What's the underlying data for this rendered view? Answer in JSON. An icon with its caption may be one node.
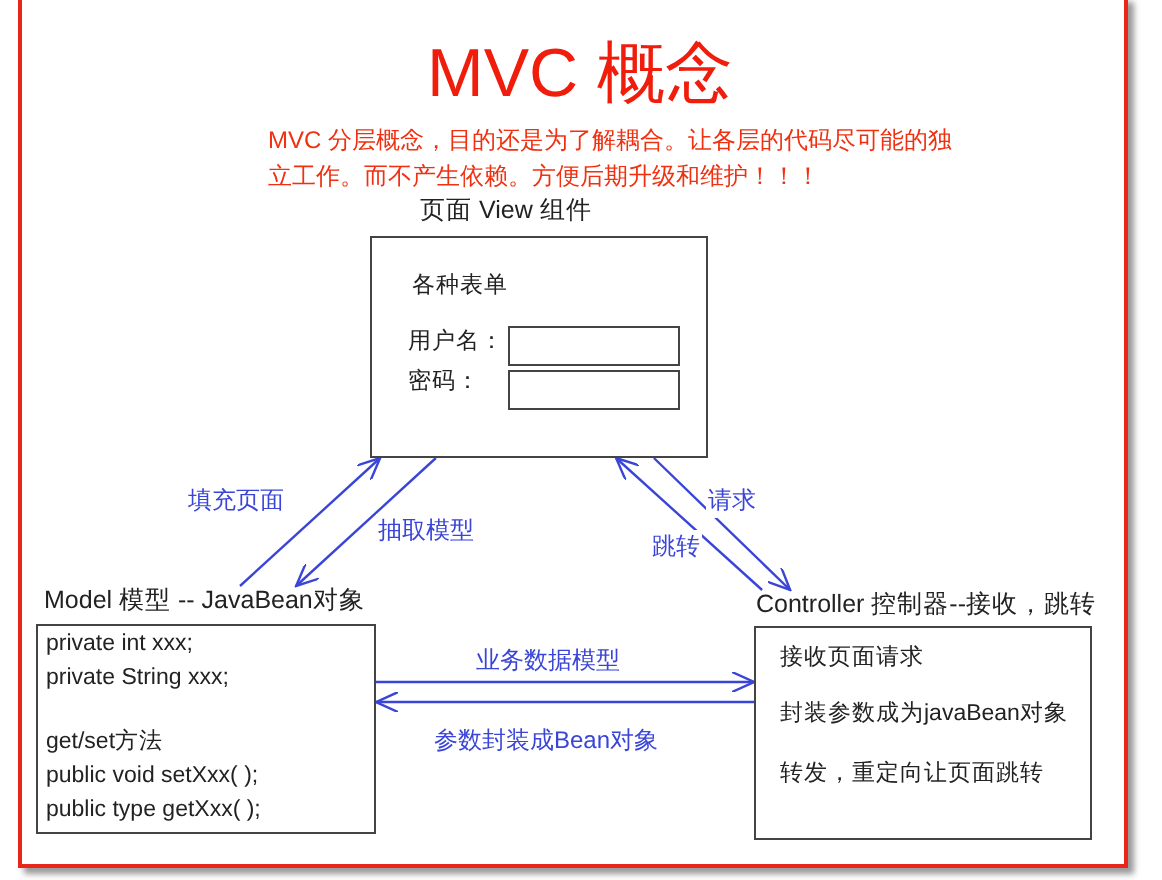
{
  "diagram": {
    "title": "MVC 概念",
    "nodes": [
      {
        "text": [
          "页面 View  组件",
          "各种表单",
          "用户名：",
          "密码："
        ]
      },
      {
        "text": [
          "Model 模型 -- JavaBean对象",
          "private int xxx;",
          "private String xxx;",
          "get/set方法",
          "public void setXxx(  );",
          "public type getXxx(  );"
        ]
      },
      {
        "text": [
          "Controller 控制器--接收，跳转",
          "接收页面请求",
          "封装参数成为javaBean对象",
          "转发，重定向让页面跳转"
        ]
      }
    ],
    "edges": [
      {
        "from": 1,
        "to": 0,
        "arrow": "to",
        "label": "填充页面"
      },
      {
        "from": 0,
        "to": 1,
        "arrow": "to",
        "label": "抽取模型"
      },
      {
        "from": 0,
        "to": 2,
        "arrow": "to",
        "label": "请求"
      },
      {
        "from": 2,
        "to": 0,
        "arrow": "to",
        "label": "跳转"
      },
      {
        "from": 1,
        "to": 2,
        "arrow": "to",
        "label": "业务数据模型"
      },
      {
        "from": 2,
        "to": 1,
        "arrow": "to",
        "label": "参数封装成Bean对象"
      }
    ],
    "labels": [
      "MVC 分层概念，目的还是为了解耦合。让各层的代码尽可能的独立工作。而不产生依赖。方便后期升级和维护！！！"
    ]
  }
}
